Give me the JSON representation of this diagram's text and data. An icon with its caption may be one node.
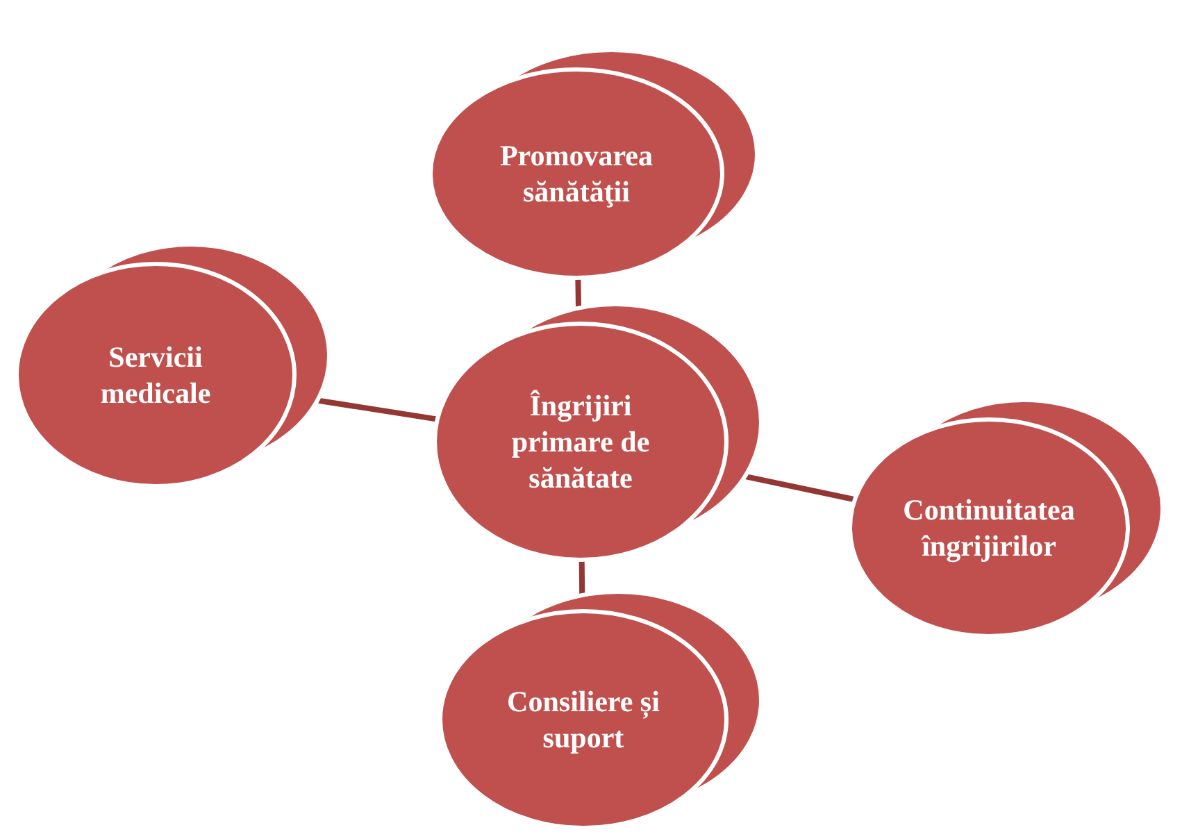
{
  "diagram": {
    "nodes": [
      {
        "text": [
          "Promovarea sănătăţii"
        ]
      },
      {
        "text": [
          "Servicii medicale"
        ]
      },
      {
        "text": [
          "Îngrijiri primare de sănătate"
        ]
      },
      {
        "text": [
          "Continuitatea îngrijirilor"
        ]
      },
      {
        "text": [
          "Consiliere și suport"
        ]
      }
    ],
    "edges": [
      {
        "from": 2,
        "to": 0,
        "arrow": "none"
      },
      {
        "from": 2,
        "to": 1,
        "arrow": "none"
      },
      {
        "from": 2,
        "to": 3,
        "arrow": "none"
      },
      {
        "from": 2,
        "to": 4,
        "arrow": "none"
      }
    ]
  }
}
